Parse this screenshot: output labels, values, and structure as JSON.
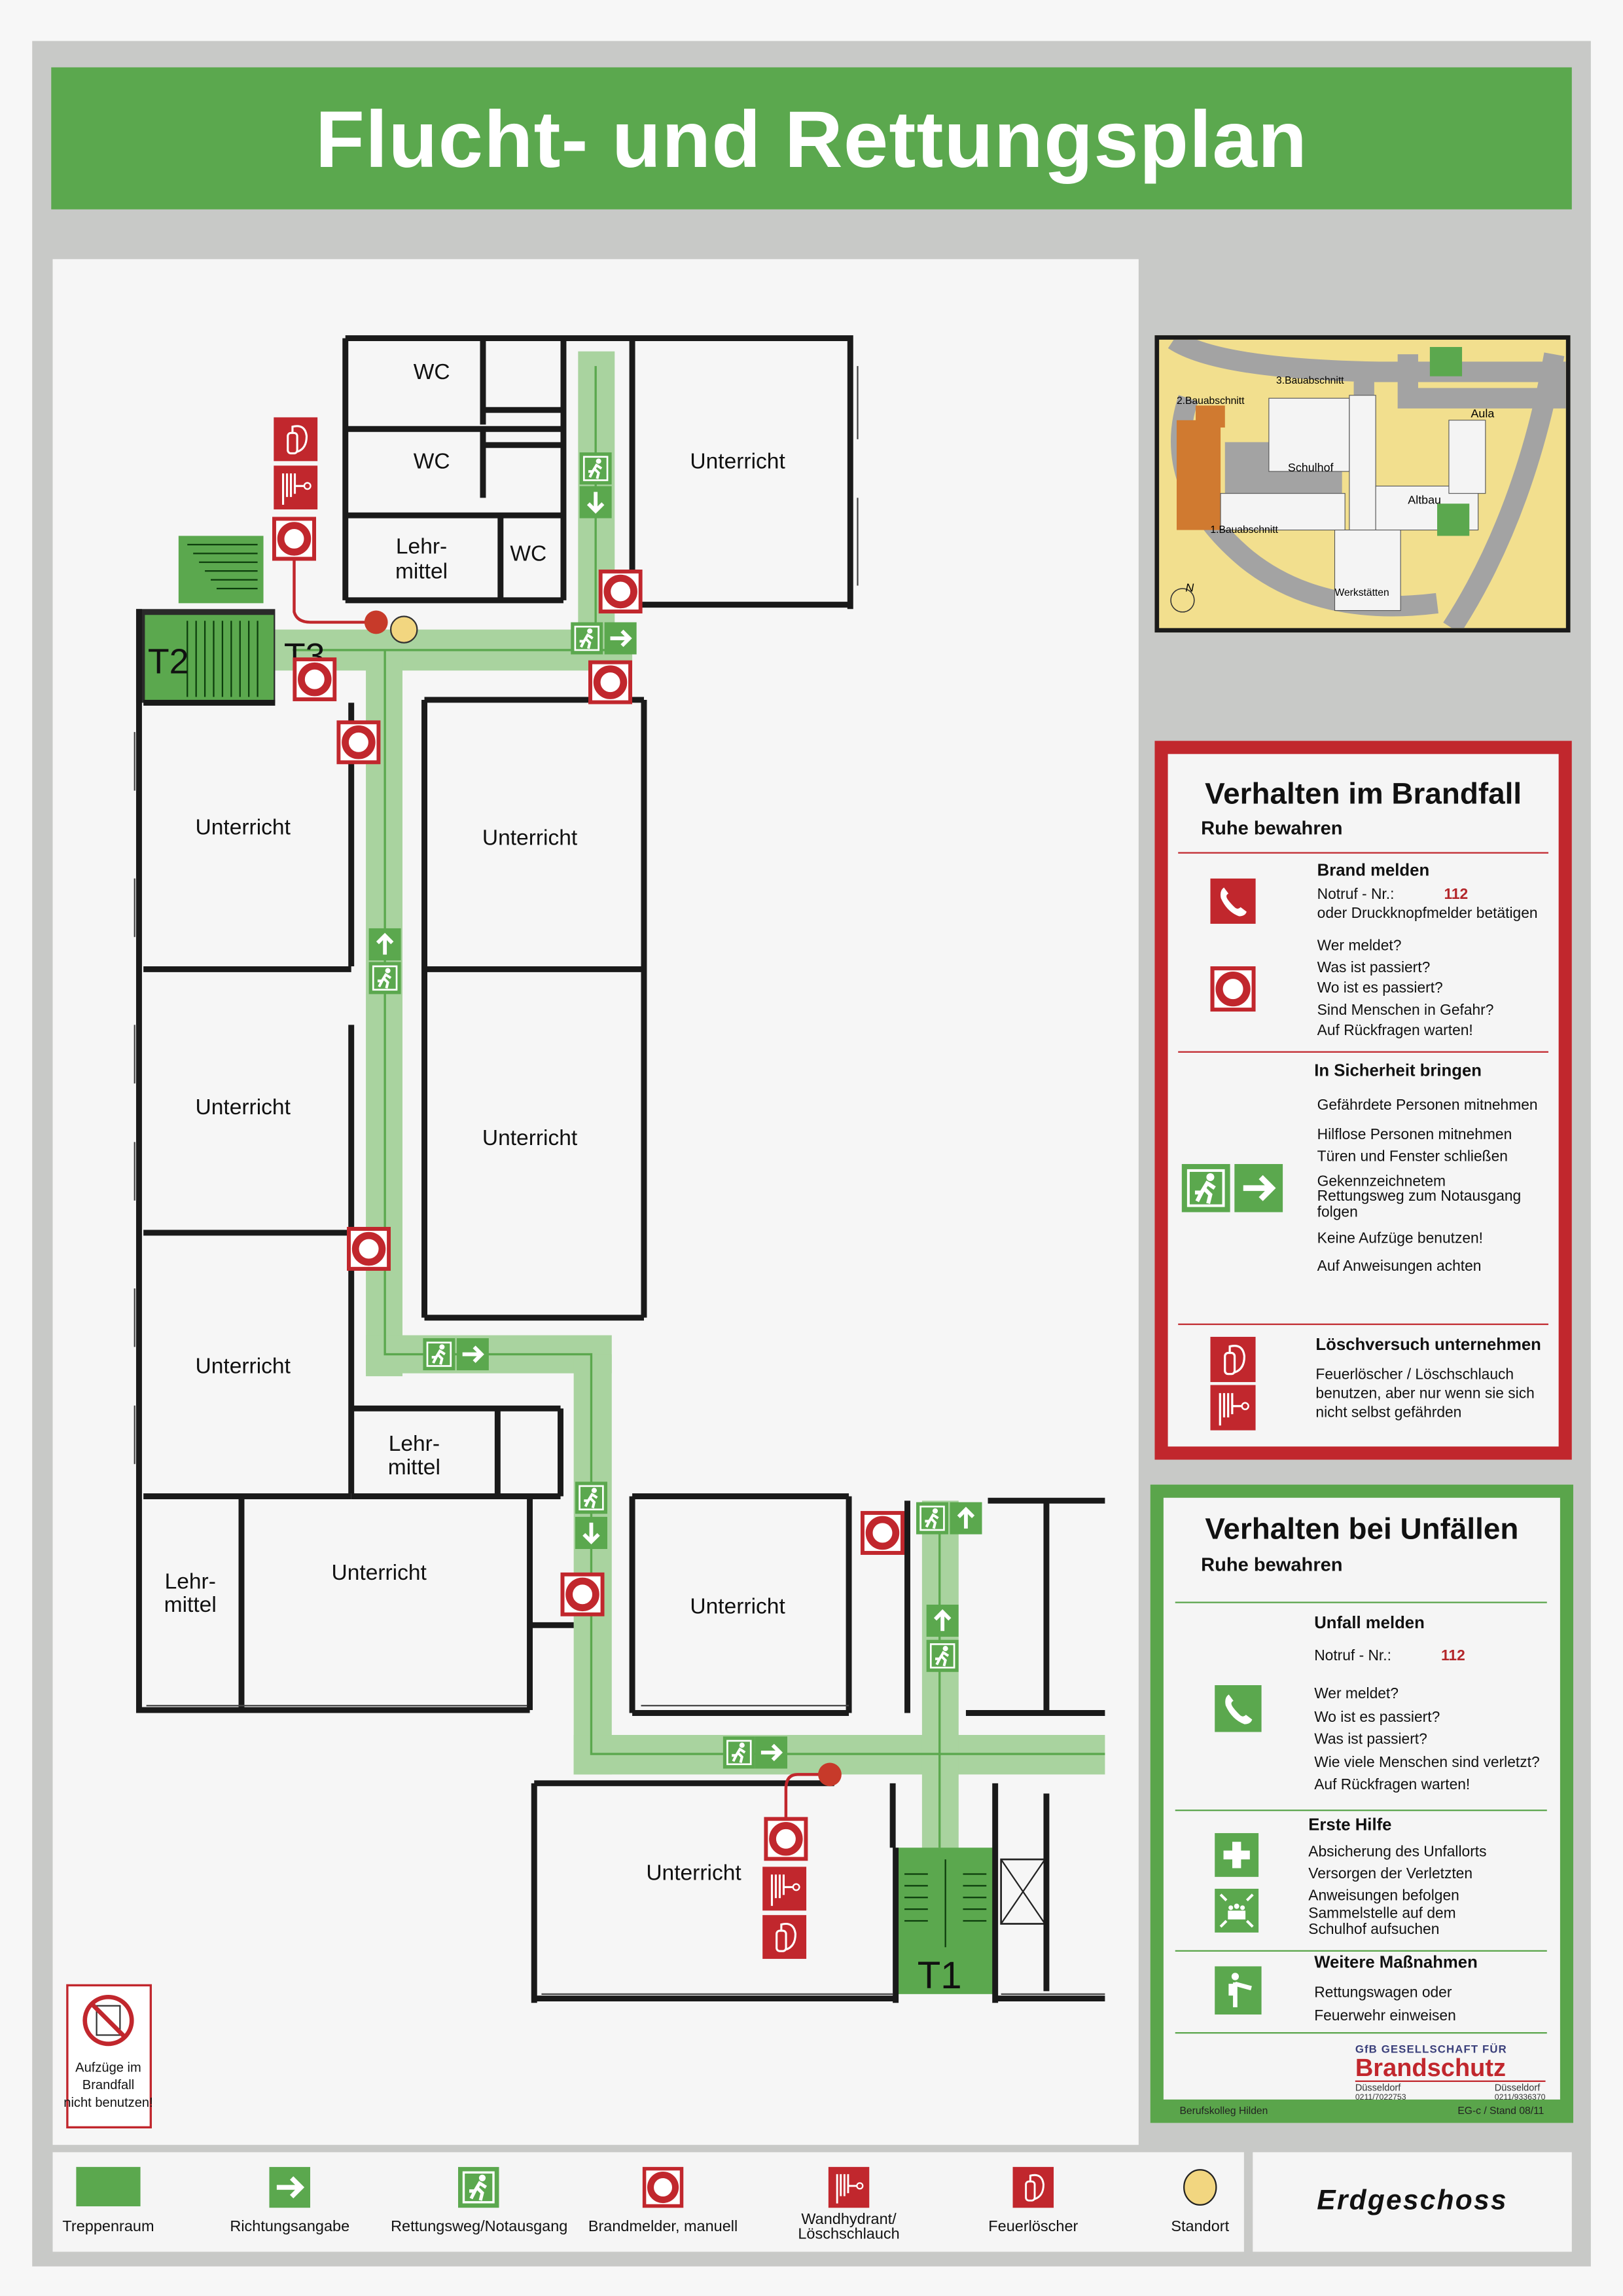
{
  "title": "Flucht- und Rettungsplan",
  "colors": {
    "green": "#5ba84e",
    "red": "#c1272d",
    "corridor": "#a9d39f",
    "standort": "#f2d680",
    "frame": "#c8c9c7"
  },
  "plan": {
    "rooms": {
      "wc1": "WC",
      "wc2": "WC",
      "wc3": "WC",
      "lehrmittel_top": [
        "Lehr-",
        "mittel"
      ],
      "unterricht_top": "Unterricht",
      "unterricht_l1": "Unterricht",
      "unterricht_l2": "Unterricht",
      "unterricht_l3": "Unterricht",
      "unterricht_r1": "Unterricht",
      "unterricht_r2": "Unterricht",
      "lehrmittel_mid": [
        "Lehr-",
        "mittel"
      ],
      "lehrmittel_bl": [
        "Lehr-",
        "mittel"
      ],
      "unterricht_b1": "Unterricht",
      "unterricht_b2": "Unterricht",
      "unterricht_b3": "Unterricht"
    },
    "stairs": {
      "t1": "T1",
      "t2": "T2",
      "t3": "T3"
    },
    "lift_sign": [
      "Aufzüge im",
      "Brandfall",
      "nicht benutzen!"
    ]
  },
  "minimap": {
    "labels": {
      "b3": "3.Bauabschnitt",
      "b2": "2.Bauabschnitt",
      "b1": "1.Bauabschnitt",
      "schulhof": "Schulhof",
      "aula": "Aula",
      "altbau": "Altbau",
      "werkstaetten": "Werkstätten",
      "north": "N"
    }
  },
  "brandfall": {
    "title": "Verhalten im Brandfall",
    "subtitle": "Ruhe bewahren",
    "melden": {
      "heading": "Brand melden",
      "notruf_label": "Notruf - Nr.:",
      "notruf_number": "112",
      "alt": "oder Druckknopfmelder betätigen",
      "questions": [
        "Wer meldet?",
        "Was ist passiert?",
        "Wo ist es passiert?",
        "Sind Menschen in Gefahr?",
        "Auf Rückfragen warten!"
      ]
    },
    "sicherheit": {
      "heading": "In Sicherheit bringen",
      "items": [
        "Gefährdete Personen mitnehmen",
        "Hilflose Personen mitnehmen",
        "Türen und Fenster schließen",
        "Gekennzeichnetem Rettungsweg zum Notausgang folgen",
        "Keine Aufzüge benutzen!",
        "Auf Anweisungen achten"
      ]
    },
    "loeschen": {
      "heading": "Löschversuch unternehmen",
      "text": "Feuerlöscher / Löschschlauch benutzen, aber nur wenn sie sich nicht selbst gefährden"
    }
  },
  "unfaelle": {
    "title": "Verhalten bei Unfällen",
    "subtitle": "Ruhe bewahren",
    "melden": {
      "heading": "Unfall melden",
      "notruf_label": "Notruf - Nr.:",
      "notruf_number": "112",
      "questions": [
        "Wer meldet?",
        "Wo ist es passiert?",
        "Was ist passiert?",
        "Wie viele Menschen sind verletzt?",
        "Auf Rückfragen warten!"
      ]
    },
    "erste_hilfe": {
      "heading": "Erste Hilfe",
      "items": [
        "Absicherung des Unfallorts",
        "Versorgen der Verletzten",
        "Anweisungen befolgen",
        "Sammelstelle auf dem Schulhof aufsuchen"
      ]
    },
    "weitere": {
      "heading": "Weitere Maßnahmen",
      "items": [
        "Rettungswagen oder",
        "Feuerwehr einweisen"
      ]
    },
    "company": {
      "line1": "GfB GESELLSCHAFT FÜR",
      "name": "Brandschutz",
      "city1": "Düsseldorf",
      "phone1": "0211/7022753",
      "city2": "Düsseldorf",
      "phone2": "0211/9336370"
    },
    "footer_left": "Berufskolleg Hilden",
    "footer_right": "EG-c / Stand 08/11"
  },
  "legend": [
    {
      "icon": "stairwell",
      "label": "Treppenraum"
    },
    {
      "icon": "direction-arrow",
      "label": "Richtungsangabe"
    },
    {
      "icon": "emergency-exit",
      "label": "Rettungsweg/Notausgang"
    },
    {
      "icon": "fire-alarm",
      "label": "Brandmelder, manuell"
    },
    {
      "icon": "fire-hose",
      "label": "Wandhydrant/ Löschschlauch"
    },
    {
      "icon": "fire-extinguisher",
      "label": "Feuerlöscher"
    },
    {
      "icon": "you-are-here",
      "label": "Standort"
    }
  ],
  "floor": "Erdgeschoss"
}
